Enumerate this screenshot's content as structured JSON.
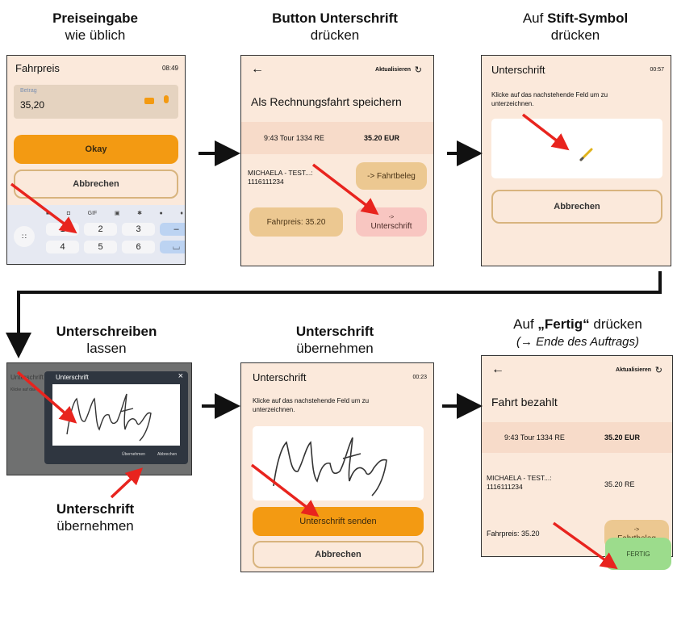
{
  "captions": {
    "step1": {
      "bold": "Preiseingabe",
      "normal": "wie üblich"
    },
    "step2": {
      "bold": "Button Unterschrift",
      "normal": "drücken"
    },
    "step3": {
      "prefix": "Auf ",
      "bold": "Stift-Symbol",
      "normal": "drücken"
    },
    "step4": {
      "bold": "Unterschreiben",
      "normal": "lassen"
    },
    "step4_note": {
      "bold": "Unterschrift",
      "normal": "übernehmen"
    },
    "step5": {
      "bold": "Unterschrift",
      "normal": "übernehmen"
    },
    "step6": {
      "prefix": "Auf ",
      "bold": "„Fertig“",
      "suffix": " drücken",
      "italic": "(→ Ende des Auftrags)"
    }
  },
  "screen1": {
    "title": "Fahrpreis",
    "time": "08:49",
    "field_label": "Betrag",
    "field_value": "35,20",
    "okay": "Okay",
    "cancel": "Abbrechen",
    "keys_row1": [
      "1",
      "2",
      "3",
      "–"
    ],
    "keys_row2": [
      "4",
      "5",
      "6",
      "⌴"
    ],
    "toolbar_text": "GIF"
  },
  "screen2": {
    "refresh": "Aktualisieren",
    "heading": "Als Rechnungsfahrt speichern",
    "tour": "9:43 Tour 1334 RE",
    "amount": "35.20 EUR",
    "customer_name": "MICHAELA - TEST...:",
    "customer_id": "1116111234",
    "fahrtbeleg": "-> Fahrtbeleg",
    "fahrpreis": "Fahrpreis: 35.20",
    "unterschrift_arrow": "->",
    "unterschrift": "Unterschrift"
  },
  "screen3": {
    "title": "Unterschrift",
    "time": "00:57",
    "instruction_line1": "Klicke auf das nachstehende Feld um zu",
    "instruction_line2": "unterzeichnen.",
    "cancel": "Abbrechen"
  },
  "screen4": {
    "bg_title": "Unterschrift",
    "bg_hint": "Klicke auf das",
    "dialog_title": "Unterschrift",
    "close": "×",
    "signature_text": "Muthy",
    "btn_left": "Übernehmen",
    "btn_right": "Abbrechen"
  },
  "screen5": {
    "title": "Unterschrift",
    "time": "00:23",
    "instruction_line1": "Klicke auf das nachstehende Feld um zu",
    "instruction_line2": "unterzeichnen.",
    "signature_text": "Muthy",
    "send": "Unterschrift senden",
    "cancel": "Abbrechen"
  },
  "screen6": {
    "refresh": "Aktualisieren",
    "heading": "Fahrt bezahlt",
    "tour": "9:43 Tour 1334 RE",
    "amount": "35.20 EUR",
    "customer_name": "MICHAELA - TEST...:",
    "customer_id": "1116111234",
    "amount_re": "35.20 RE",
    "fahrpreis": "Fahrpreis: 35.20",
    "fahrtbeleg_arrow": "->",
    "fahrtbeleg": "Fahrtbeleg",
    "fertig": "FERTIG"
  },
  "colors": {
    "arrow_red": "#e8241e",
    "flow_black": "#111111",
    "accent_orange": "#f39a12",
    "screen_bg": "#fbe9db"
  }
}
